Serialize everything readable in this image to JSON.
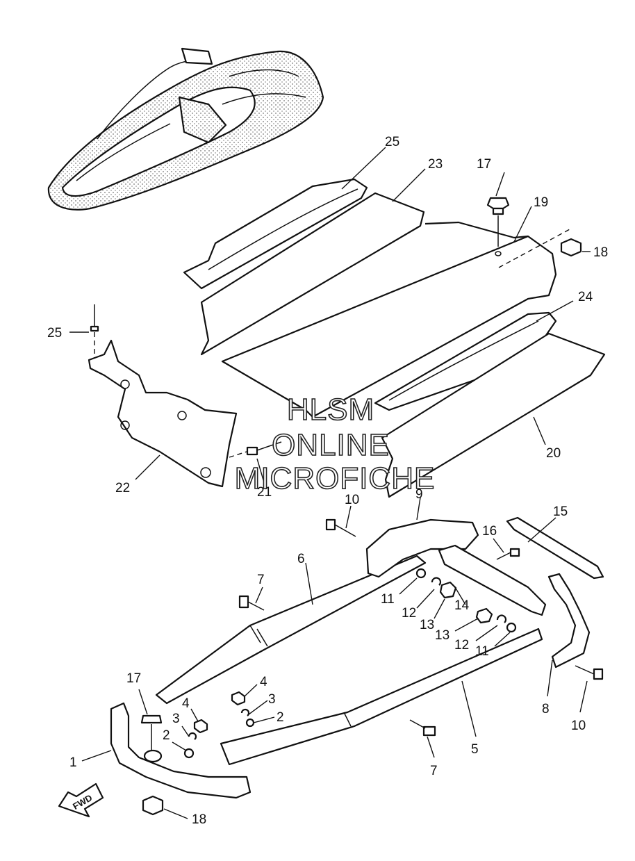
{
  "callouts": [
    {
      "id": "1",
      "label": "1"
    },
    {
      "id": "2a",
      "label": "2"
    },
    {
      "id": "2b",
      "label": "2"
    },
    {
      "id": "3a",
      "label": "3"
    },
    {
      "id": "3b",
      "label": "3"
    },
    {
      "id": "4a",
      "label": "4"
    },
    {
      "id": "4b",
      "label": "4"
    },
    {
      "id": "5",
      "label": "5"
    },
    {
      "id": "6",
      "label": "6"
    },
    {
      "id": "7a",
      "label": "7"
    },
    {
      "id": "7b",
      "label": "7"
    },
    {
      "id": "8",
      "label": "8"
    },
    {
      "id": "9",
      "label": "9"
    },
    {
      "id": "10a",
      "label": "10"
    },
    {
      "id": "10b",
      "label": "10"
    },
    {
      "id": "11a",
      "label": "11"
    },
    {
      "id": "11b",
      "label": "11"
    },
    {
      "id": "12a",
      "label": "12"
    },
    {
      "id": "12b",
      "label": "12"
    },
    {
      "id": "13a",
      "label": "13"
    },
    {
      "id": "13b",
      "label": "13"
    },
    {
      "id": "14",
      "label": "14"
    },
    {
      "id": "15",
      "label": "15"
    },
    {
      "id": "16",
      "label": "16"
    },
    {
      "id": "17a",
      "label": "17"
    },
    {
      "id": "17b",
      "label": "17"
    },
    {
      "id": "18a",
      "label": "18"
    },
    {
      "id": "18b",
      "label": "18"
    },
    {
      "id": "19",
      "label": "19"
    },
    {
      "id": "20",
      "label": "20"
    },
    {
      "id": "21",
      "label": "21"
    },
    {
      "id": "22",
      "label": "22"
    },
    {
      "id": "23",
      "label": "23"
    },
    {
      "id": "24",
      "label": "24"
    },
    {
      "id": "25a",
      "label": "25"
    },
    {
      "id": "25b",
      "label": "25"
    }
  ],
  "watermark": {
    "line1": "HLSM",
    "line2": "ONLINE",
    "line3": "MICROFICHE"
  },
  "direction_marker": "FWD"
}
